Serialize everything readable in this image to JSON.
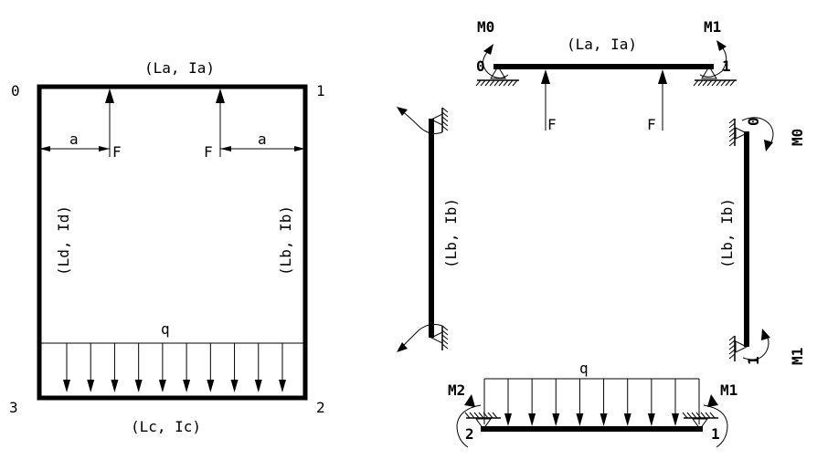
{
  "frame": {
    "nodes": [
      "0",
      "1",
      "2",
      "3"
    ],
    "top_member": "(La, Ia)",
    "right_member": "(Lb, Ib)",
    "bottom_member": "(Lc, Ic)",
    "left_member": "(Ld, Id)",
    "force_label": "F",
    "offset_label": "a",
    "load_label": "q"
  },
  "members": {
    "top": {
      "label": "(La, Ia)",
      "moment_left": "M0",
      "moment_right": "M1",
      "node_left": "0",
      "node_right": "1",
      "force_label": "F"
    },
    "left": {
      "label": "(Lb, Ib)"
    },
    "right": {
      "label": "(Lb, Ib)",
      "moment_top": "M0",
      "moment_bottom": "M1",
      "node_top": "0",
      "node_bottom": "1"
    },
    "bottom": {
      "load_label": "q",
      "moment_left": "M2",
      "moment_right": "M1",
      "node_left": "2",
      "node_right": "1"
    }
  }
}
